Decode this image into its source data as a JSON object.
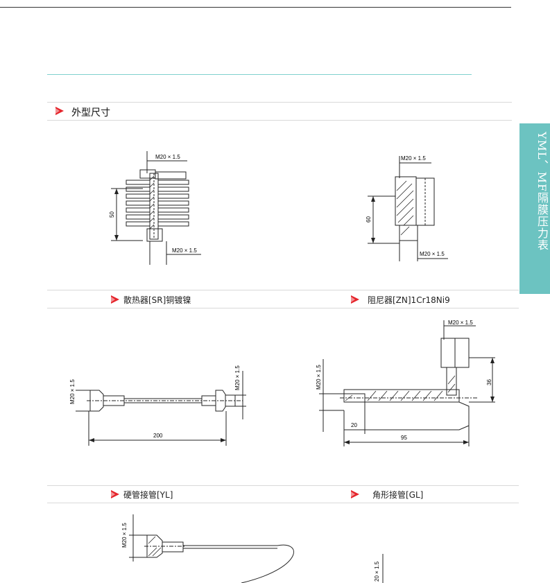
{
  "section": {
    "title": "外型尺寸"
  },
  "side_tab": {
    "label": "YML、MF隔膜压力表"
  },
  "accent_color": "#6cc3c1",
  "marker_color": "#e5242b",
  "captions": {
    "radiator": "散热器[SR]铜镀镍",
    "damper": "阻尼器[ZN]1Cr18Ni9",
    "rigid_pipe": "硬管接管[YL]",
    "angle_pipe": "角形接管[GL]"
  },
  "dims": {
    "radiator_top_thread": "M20 × 1.5",
    "radiator_height": "50",
    "radiator_bottom_thread": "M20 × 1.5",
    "damper_top_thread": "M20 × 1.5",
    "damper_height": "60",
    "damper_bottom_thread": "M20 × 1.5",
    "rigid_left_thread": "M20 × 1.5",
    "rigid_right_thread": "M20 × 1.5",
    "rigid_length": "200",
    "angle_top_thread": "M20 × 1.5",
    "angle_left_thread": "M20 × 1.5",
    "angle_height": "36",
    "angle_inner": "20",
    "angle_length": "95",
    "bottom_left_thread": "M20 × 1.5",
    "bottom_right_thread": "20 × 1.5"
  }
}
